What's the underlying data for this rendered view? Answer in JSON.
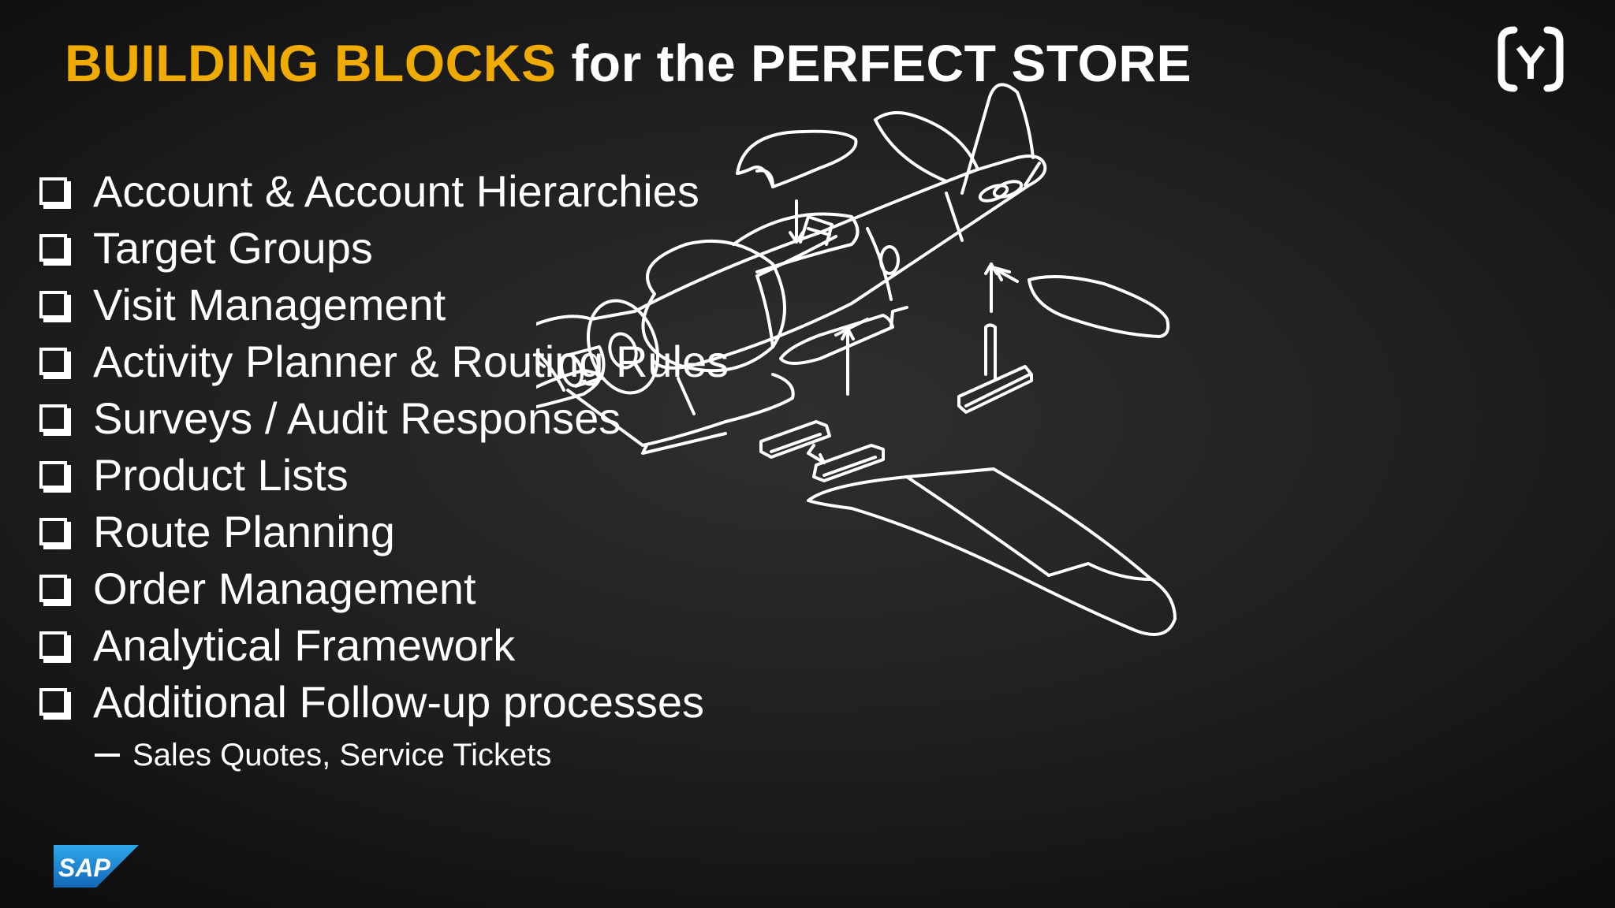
{
  "slide": {
    "title_accent": "BUILDING BLOCKS",
    "title_rest": "for the PERFECT STORE",
    "accent_color": "#f0ab00",
    "background_color": "#1f1f1f",
    "blocks": [
      {
        "label": "Account & Account Hierarchies"
      },
      {
        "label": "Target Groups"
      },
      {
        "label": "Visit Management"
      },
      {
        "label": "Activity Planner & Routing Rules"
      },
      {
        "label": "Surveys / Audit Responses"
      },
      {
        "label": "Product Lists"
      },
      {
        "label": "Route Planning"
      },
      {
        "label": "Order Management"
      },
      {
        "label": "Analytical Framework"
      },
      {
        "label": "Additional Follow-up processes"
      }
    ],
    "sub_item": "Sales Quotes, Service Tickets"
  },
  "logos": {
    "top_right_icon": "bracket-y-logo-icon",
    "bottom_left_logo": "SAP",
    "sap_color": "#1a7fd1"
  },
  "illustration": {
    "icon": "airplane-exploded-view-icon"
  }
}
